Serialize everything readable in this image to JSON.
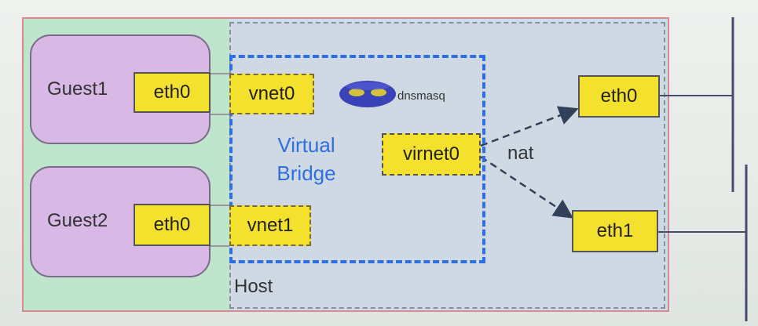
{
  "guests": [
    {
      "label": "Guest1",
      "iface": "eth0"
    },
    {
      "label": "Guest2",
      "iface": "eth0"
    }
  ],
  "bridge": {
    "label_line1": "Virtual",
    "label_line2": "Bridge",
    "taps": [
      "vnet0",
      "vnet1"
    ],
    "virt_iface": "virnet0",
    "dns_label": "dnsmasq"
  },
  "nat_label": "nat",
  "host_label": "Host",
  "physical": [
    "eth0",
    "eth1"
  ],
  "colors": {
    "iface_fill": "#f4e12e",
    "bridge_border": "#2f6fe0",
    "guest_fill": "#d8b8e4",
    "host_fill": "#cfd9e4",
    "guest_zone_fill": "#bfe6cc"
  }
}
